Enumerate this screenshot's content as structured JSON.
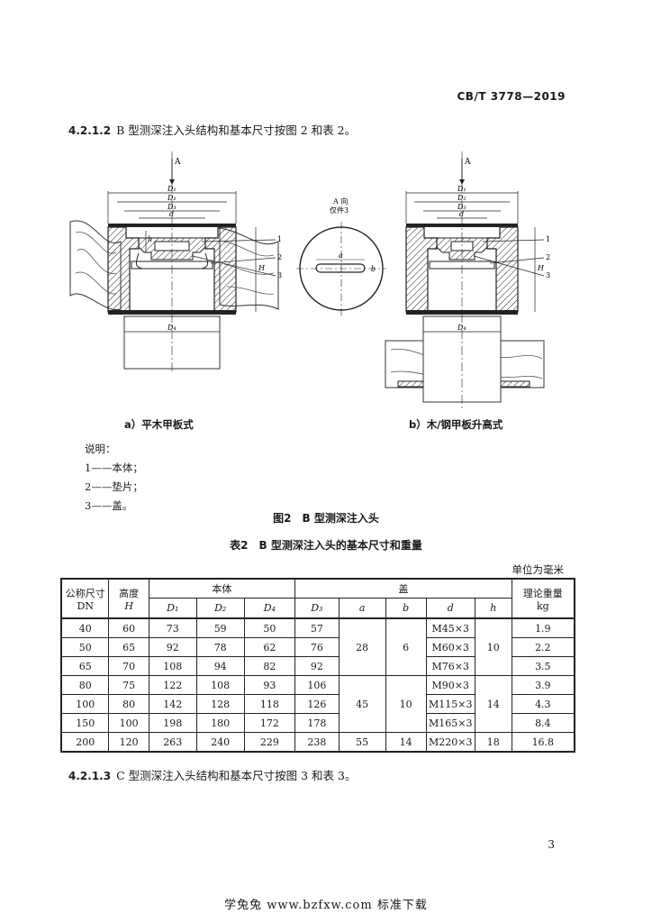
{
  "header": {
    "standard_no": "CB/T 3778—2019"
  },
  "clause_4212": {
    "number": "4.2.1.2",
    "text": "B 型测深注入头结构和基本尺寸按图 2 和表 2。"
  },
  "figure": {
    "arrow_label": "A",
    "view_label": "A 向",
    "view_sub": "仅件3",
    "dims": {
      "D1": "D₁",
      "D2": "D₂",
      "D3": "D₃",
      "D4": "D₄",
      "d": "d",
      "h": "h",
      "H": "H",
      "a": "a",
      "b": "b"
    },
    "callouts": [
      "1",
      "2",
      "3"
    ],
    "caption_a": "a）平木甲板式",
    "caption_b": "b）木/钢甲板升高式"
  },
  "notes": {
    "title": "说明：",
    "items": [
      "1——本体；",
      "2——垫片；",
      "3——盖。"
    ]
  },
  "figure_title": "图2　B 型测深注入头",
  "table_title": "表2　B 型测深注入头的基本尺寸和重量",
  "table": {
    "unit": "单位为毫米",
    "headers": {
      "dn": "公称尺寸",
      "dn2": "DN",
      "h": "高度",
      "h2": "H",
      "body": "本体",
      "cover": "盖",
      "weight": "理论重量",
      "weight2": "kg",
      "D1": "D₁",
      "D2": "D₂",
      "D4": "D₄",
      "D3": "D₃",
      "a": "a",
      "b": "b",
      "d": "d",
      "hh": "h"
    },
    "rows": [
      {
        "dn": "40",
        "H": "60",
        "D1": "73",
        "D2": "59",
        "D4": "50",
        "D3": "57",
        "d": "M45×3",
        "w": "1.9"
      },
      {
        "dn": "50",
        "H": "65",
        "D1": "92",
        "D2": "78",
        "D4": "62",
        "D3": "76",
        "d": "M60×3",
        "w": "2.2"
      },
      {
        "dn": "65",
        "H": "70",
        "D1": "108",
        "D2": "94",
        "D4": "82",
        "D3": "92",
        "d": "M76×3",
        "w": "3.5"
      },
      {
        "dn": "80",
        "H": "75",
        "D1": "122",
        "D2": "108",
        "D4": "93",
        "D3": "106",
        "d": "M90×3",
        "w": "3.9"
      },
      {
        "dn": "100",
        "H": "80",
        "D1": "142",
        "D2": "128",
        "D4": "118",
        "D3": "126",
        "d": "M115×3",
        "w": "4.3"
      },
      {
        "dn": "150",
        "H": "100",
        "D1": "198",
        "D2": "180",
        "D4": "172",
        "D3": "178",
        "d": "M165×3",
        "w": "8.4"
      },
      {
        "dn": "200",
        "H": "120",
        "D1": "263",
        "D2": "240",
        "D4": "229",
        "D3": "238",
        "a": "55",
        "b": "14",
        "d": "M220×3",
        "h": "18",
        "w": "16.8"
      }
    ],
    "merged": {
      "a1": "28",
      "b1": "6",
      "h1": "10",
      "a2": "45",
      "b2": "10",
      "h2": "14"
    }
  },
  "clause_4213": {
    "number": "4.2.1.3",
    "text": "C 型测深注入头结构和基本尺寸按图 3 和表 3。"
  },
  "page_number": "3",
  "footer": "学兔兔 www.bzfxw.com 标准下载"
}
